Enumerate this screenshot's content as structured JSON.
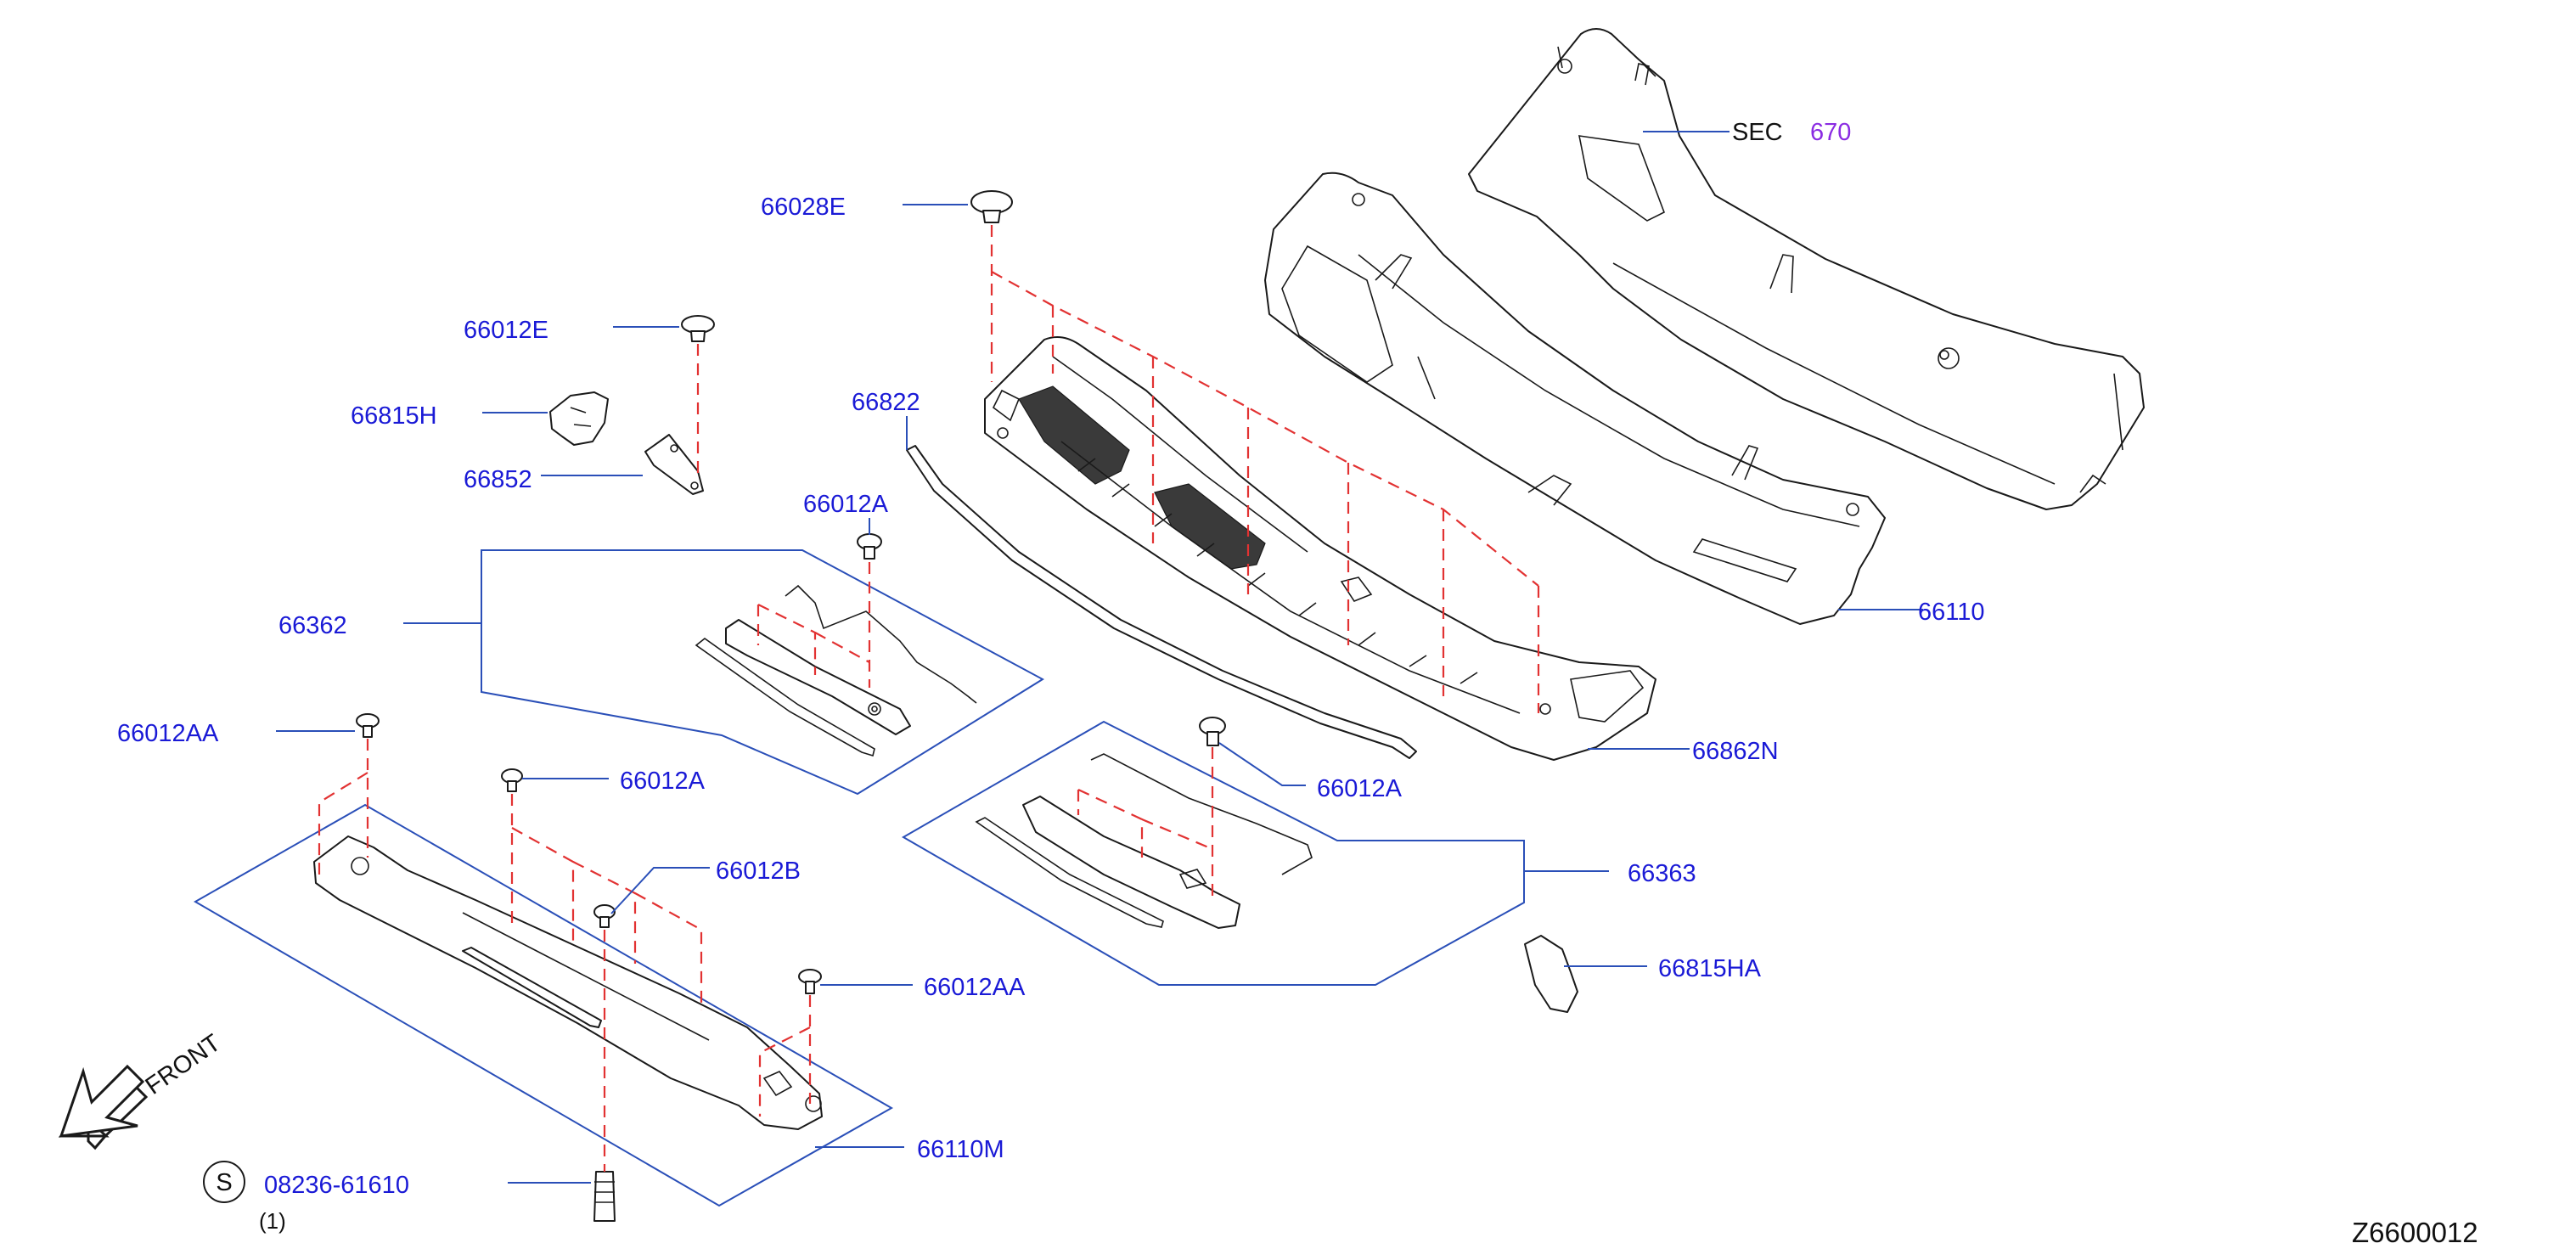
{
  "colors": {
    "label": "#1a1ad6",
    "leader": "#2a4fb8",
    "dashed_guide": "#e23232",
    "section_ref": "#8a2be2",
    "outline": "#1a1a1a"
  },
  "labels": {
    "p66028E": "66028E",
    "p66012E": "66012E",
    "p66815H": "66815H",
    "p66852": "66852",
    "p66822": "66822",
    "p66012A_top": "66012A",
    "p66362": "66362",
    "p66012AA_left": "66012AA",
    "p66012A_mid": "66012A",
    "p66012B": "66012B",
    "p66012AA_right": "66012AA",
    "p66110M": "66110M",
    "p08236": "08236-61610",
    "p08236_qty": "(1)",
    "p66012A_right": "66012A",
    "p66363": "66363",
    "p66815HA": "66815HA",
    "p66862N": "66862N",
    "p66110": "66110",
    "sec_prefix": "SEC",
    "sec_number": "670"
  },
  "symbols": {
    "standard_part": "S",
    "front_text": "FRONT",
    "front_icon": "front-arrow-icon"
  },
  "diagram_code": "Z6600012"
}
